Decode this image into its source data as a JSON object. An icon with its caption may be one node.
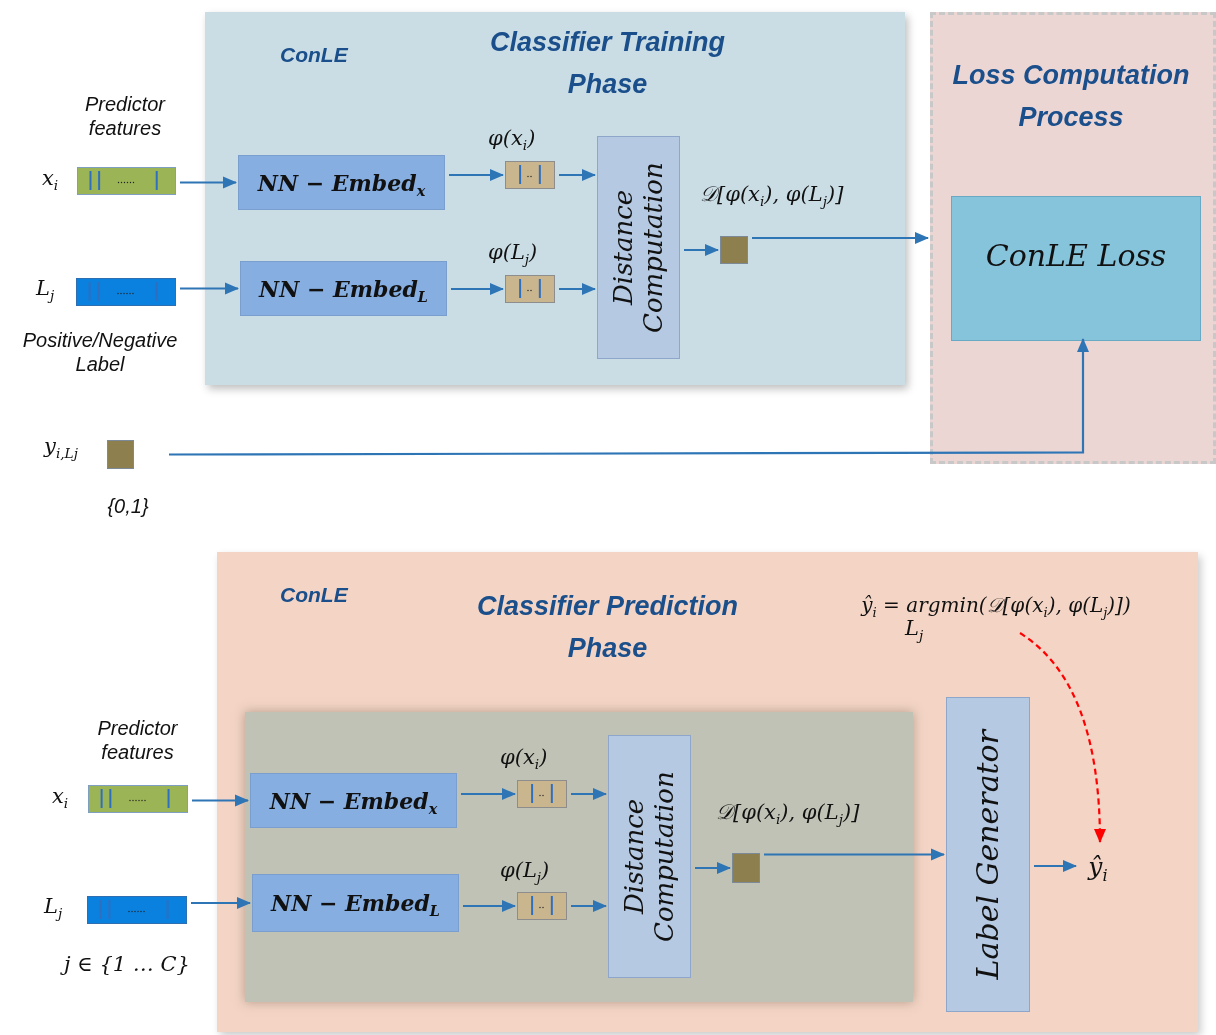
{
  "diagram": {
    "nodes": [
      {
        "text": [
          "ConLE",
          "Classifier Training Phase"
        ]
      },
      {
        "text": [
          "NN − Embed$_{x}$"
        ],
        "in": 0
      },
      {
        "text": [
          "NN − Embed$_{L}$"
        ],
        "in": 0
      },
      {
        "text": [],
        "shape": "bar",
        "in": 0,
        "beside": [
          "φ(x$_{i}$)"
        ]
      },
      {
        "text": [],
        "shape": "bar",
        "in": 0,
        "beside": [
          "φ(L$_{j}$)"
        ]
      },
      {
        "text": [
          "Distance Computation"
        ],
        "in": 0
      },
      {
        "text": [],
        "shape": "box",
        "in": 0,
        "beside": [
          "𝒟[φ(x$_{i}$), φ(L$_{j}$)]"
        ]
      },
      {
        "text": [
          "Loss Computation Process"
        ]
      },
      {
        "text": [
          "ConLE Loss"
        ],
        "in": 7
      },
      {
        "text": [],
        "shape": "bar",
        "beside": [
          "Predictor features",
          "x$_{i}$"
        ]
      },
      {
        "text": [],
        "shape": "bar",
        "beside": [
          "L$_{j}$",
          "Positive/Negative Label"
        ]
      },
      {
        "text": [],
        "shape": "box",
        "beside": [
          "y$_{i,L}$$_{j}$",
          "{0,1}"
        ]
      },
      {
        "text": [
          "ConLE",
          "Classifier Prediction Phase"
        ]
      },
      {
        "text": [],
        "shape": "box",
        "in": 12
      },
      {
        "text": [
          "NN − Embed$_{x}$"
        ],
        "in": 13
      },
      {
        "text": [
          "NN − Embed$_{L}$"
        ],
        "in": 13
      },
      {
        "text": [],
        "shape": "bar",
        "in": 13,
        "beside": [
          "φ(x$_{i}$)"
        ]
      },
      {
        "text": [],
        "shape": "bar",
        "in": 13,
        "beside": [
          "φ(L$_{j}$)"
        ]
      },
      {
        "text": [
          "Distance Computation"
        ],
        "in": 13
      },
      {
        "text": [],
        "shape": "box",
        "in": 13,
        "beside": [
          "𝒟[φ(x$_{i}$), φ(L$_{j}$)]"
        ]
      },
      {
        "text": [
          "Label Generator"
        ],
        "in": 12
      },
      {
        "text": [
          "ŷ$_{i}$"
        ],
        "in": 12
      },
      {
        "text": [
          "ŷ$_{i}$ = argmin(𝒟[φ(x$_{i}$), φ(L$_{j}$)])"
        ],
        "in": 12,
        "beside": [
          "L$_{j}$"
        ]
      },
      {
        "text": [],
        "shape": "bar",
        "beside": [
          "Predictor features",
          "x$_{i}$"
        ]
      },
      {
        "text": [],
        "shape": "bar",
        "beside": [
          "L$_{j}$",
          "j ∈ {1 … C}"
        ]
      }
    ],
    "edges": [
      {
        "from": 9,
        "to": 1,
        "arrow": "to"
      },
      {
        "from": 10,
        "to": 2,
        "arrow": "to"
      },
      {
        "from": 1,
        "to": 3,
        "arrow": "to"
      },
      {
        "from": 2,
        "to": 4,
        "arrow": "to"
      },
      {
        "from": 3,
        "to": 5,
        "arrow": "to"
      },
      {
        "from": 4,
        "to": 5,
        "arrow": "to"
      },
      {
        "from": 5,
        "to": 6,
        "arrow": "to"
      },
      {
        "from": 6,
        "to": 7,
        "arrow": "to"
      },
      {
        "from": 11,
        "to": 8,
        "arrow": "to"
      },
      {
        "from": 23,
        "to": 14,
        "arrow": "to"
      },
      {
        "from": 24,
        "to": 15,
        "arrow": "to"
      },
      {
        "from": 14,
        "to": 16,
        "arrow": "to"
      },
      {
        "from": 15,
        "to": 17,
        "arrow": "to"
      },
      {
        "from": 16,
        "to": 18,
        "arrow": "to"
      },
      {
        "from": 17,
        "to": 18,
        "arrow": "to"
      },
      {
        "from": 18,
        "to": 19,
        "arrow": "to"
      },
      {
        "from": 19,
        "to": 20,
        "arrow": "to"
      },
      {
        "from": 20,
        "to": 21,
        "arrow": "to"
      },
      {
        "from": 22,
        "to": 21,
        "arrow": "to",
        "style": "dashed",
        "color": "#ff0000"
      }
    ]
  }
}
